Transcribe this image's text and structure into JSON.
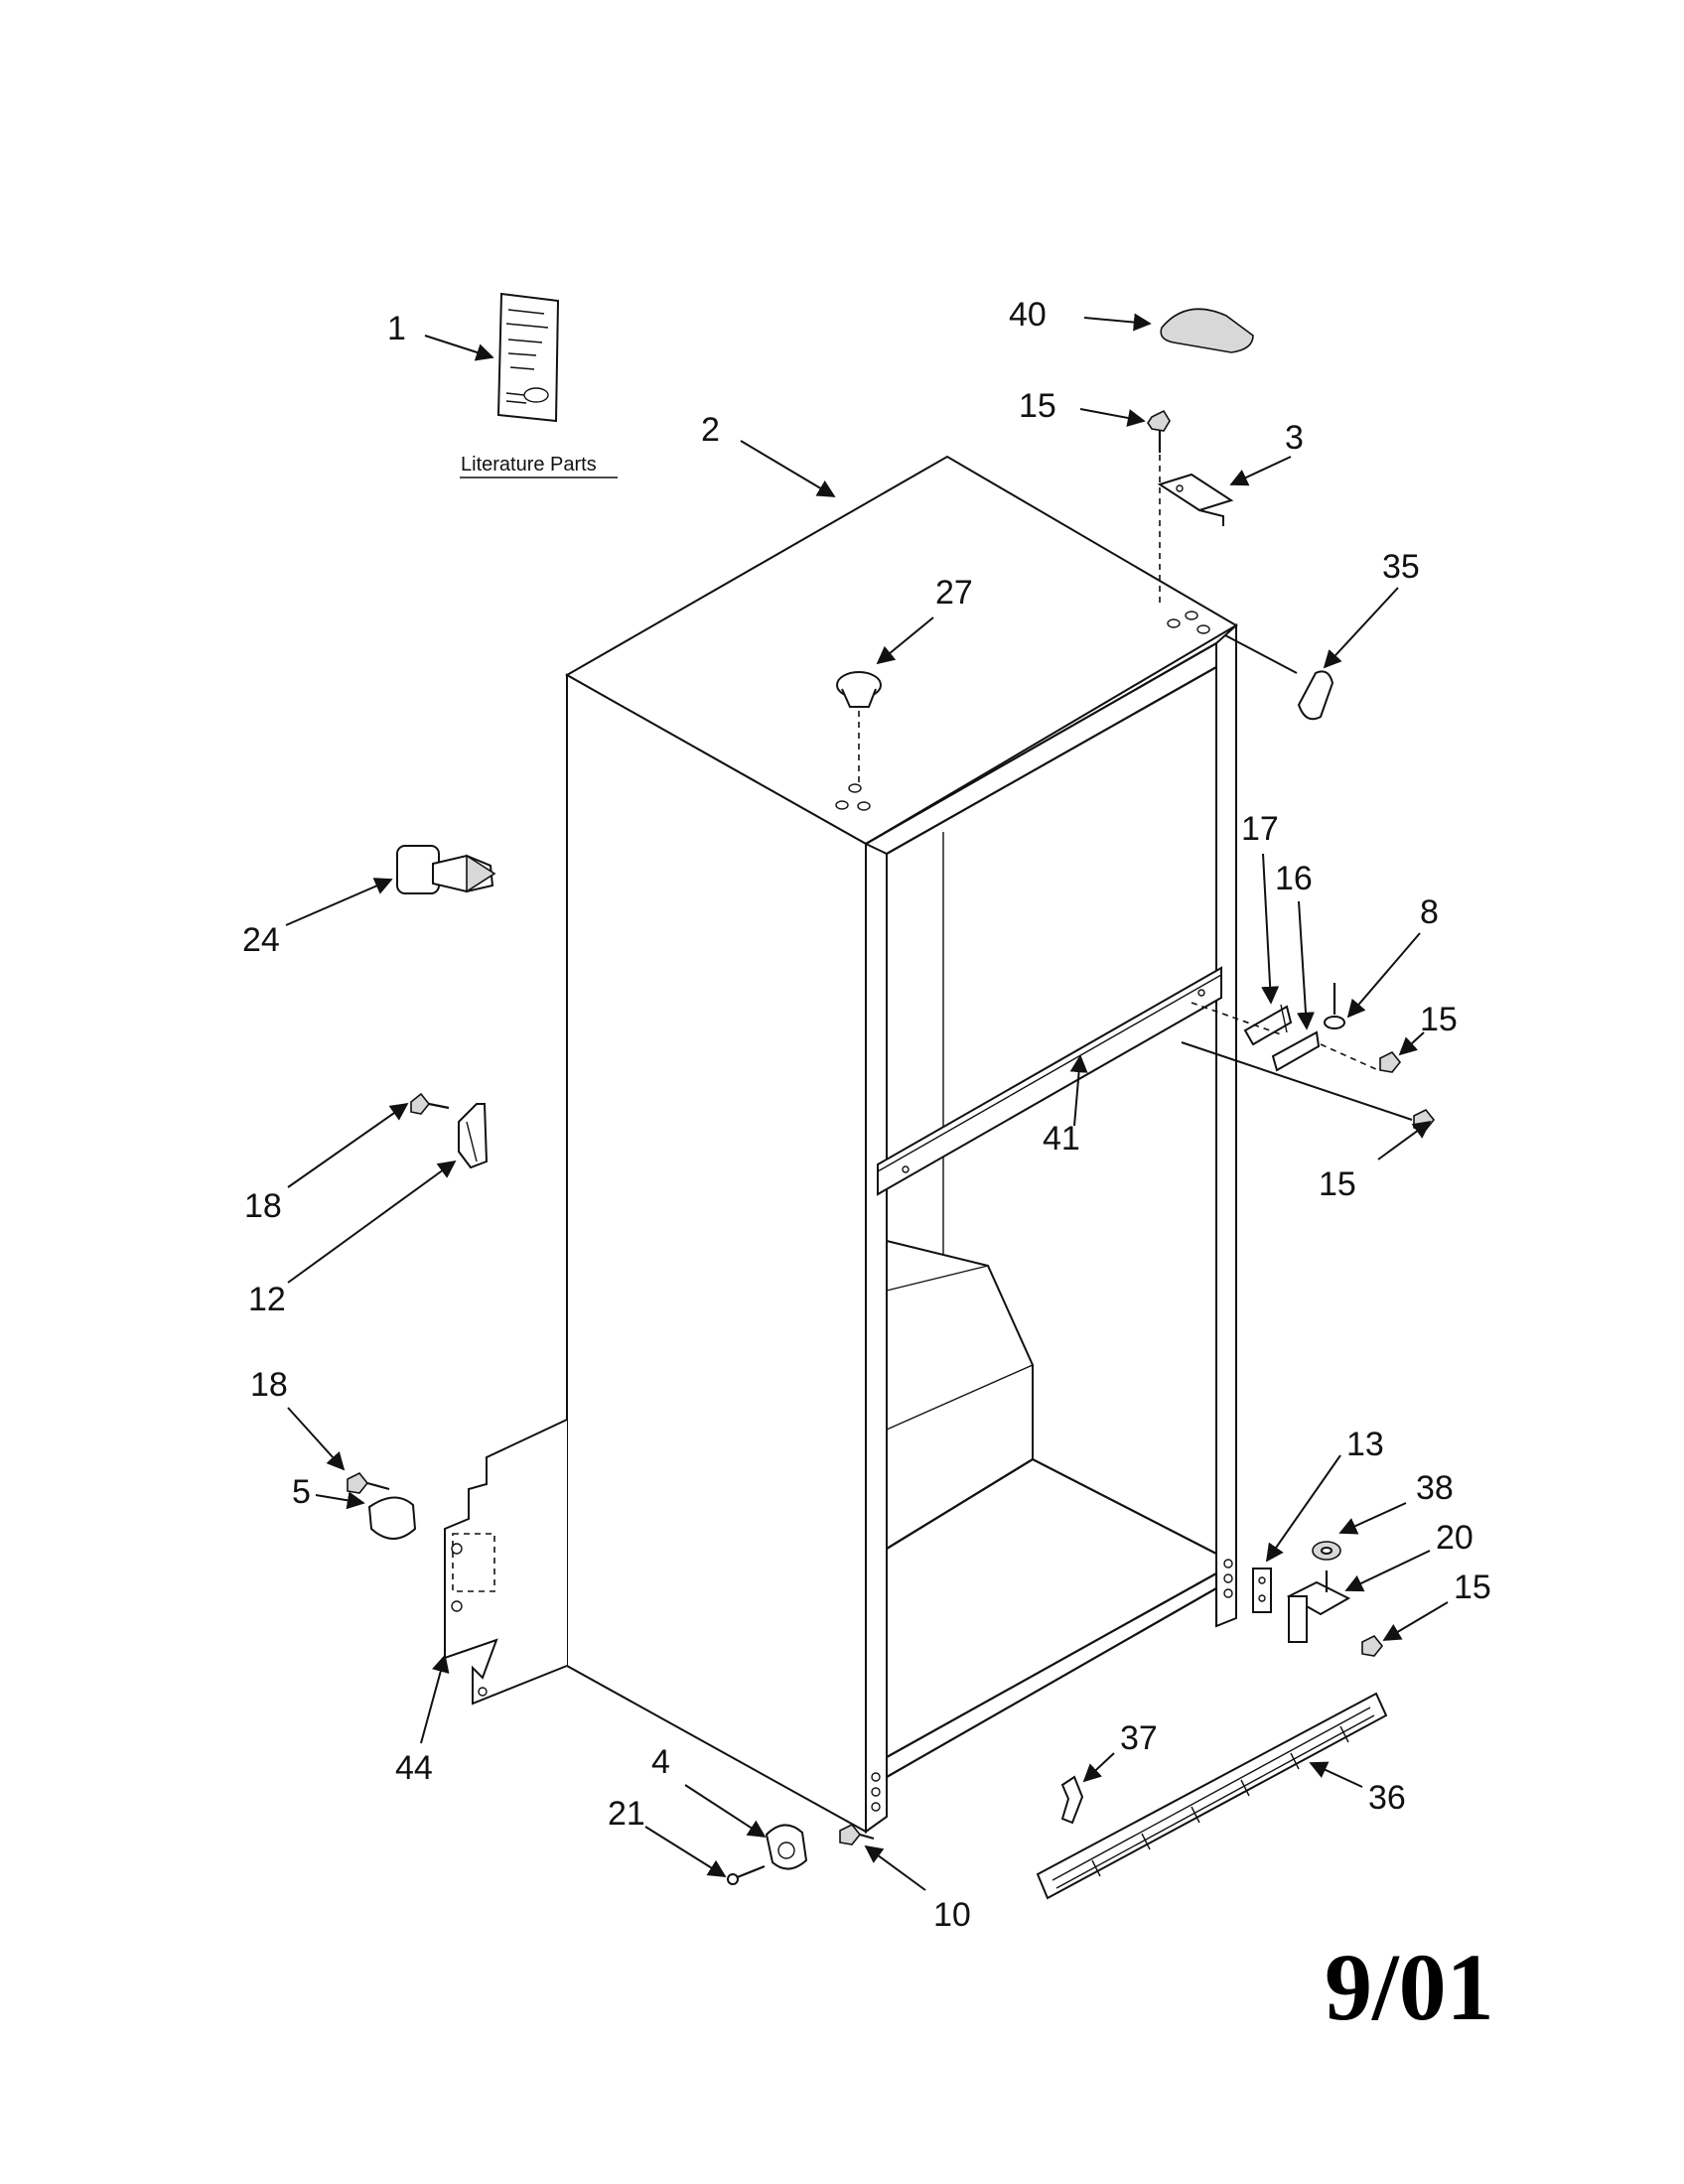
{
  "literature_label": "Literature Parts",
  "revision": "9/01",
  "callouts": {
    "c1": "1",
    "c2": "2",
    "c3": "3",
    "c4": "4",
    "c5": "5",
    "c8": "8",
    "c10": "10",
    "c12": "12",
    "c13": "13",
    "c15a": "15",
    "c15b": "15",
    "c15c": "15",
    "c15d": "15",
    "c16": "16",
    "c17": "17",
    "c18a": "18",
    "c18b": "18",
    "c20": "20",
    "c21": "21",
    "c24": "24",
    "c27": "27",
    "c35": "35",
    "c36": "36",
    "c37": "37",
    "c38": "38",
    "c40": "40",
    "c41": "41",
    "c44": "44"
  },
  "colors": {
    "ink": "#111111",
    "paper": "#ffffff"
  }
}
